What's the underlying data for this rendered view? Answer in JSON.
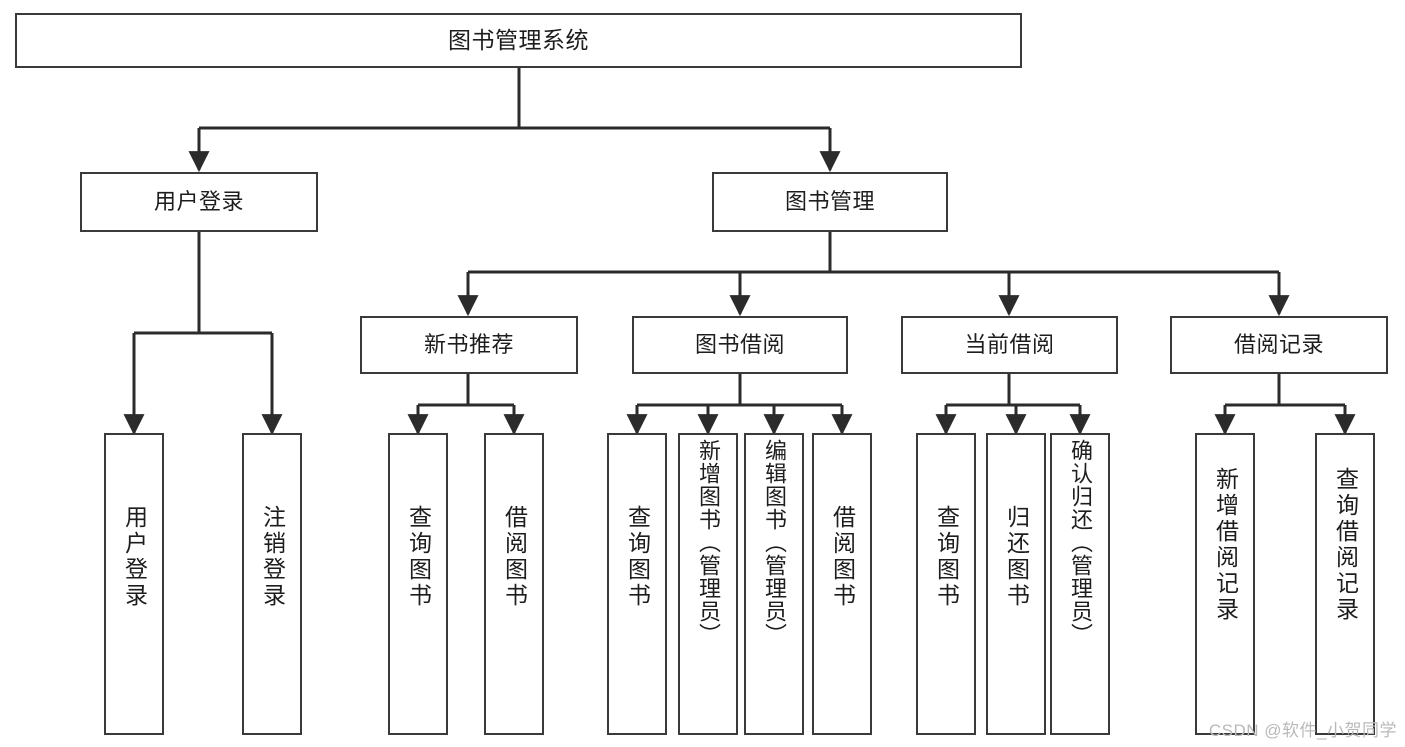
{
  "diagram": {
    "type": "tree-hierarchy",
    "title": "图书管理系统",
    "orientation": "top-down",
    "colors": {
      "background": "#ffffff",
      "box_border": "#3a3a3a",
      "box_fill": "#ffffff",
      "connector": "#2b2b2b",
      "text": "#1d1d1d",
      "watermark": "#b9b9b9"
    },
    "root": {
      "id": "root",
      "label": "图书管理系统"
    },
    "level2": [
      {
        "id": "user-login",
        "label": "用户登录"
      },
      {
        "id": "book-manage",
        "label": "图书管理"
      }
    ],
    "level3": [
      {
        "id": "new-book-recommend",
        "label": "新书推荐",
        "parent": "book-manage"
      },
      {
        "id": "book-borrow",
        "label": "图书借阅",
        "parent": "book-manage"
      },
      {
        "id": "current-borrow",
        "label": "当前借阅",
        "parent": "book-manage"
      },
      {
        "id": "borrow-record",
        "label": "借阅记录",
        "parent": "book-manage"
      }
    ],
    "leaves": [
      {
        "id": "leaf-user-login",
        "label": "用户登录",
        "parent": "user-login"
      },
      {
        "id": "leaf-user-logout",
        "label": "注销登录",
        "parent": "user-login"
      },
      {
        "id": "leaf-query-book-1",
        "label": "查询图书",
        "parent": "new-book-recommend"
      },
      {
        "id": "leaf-borrow-book-1",
        "label": "借阅图书",
        "parent": "new-book-recommend"
      },
      {
        "id": "leaf-query-book-2",
        "label": "查询图书",
        "parent": "book-borrow"
      },
      {
        "id": "leaf-add-book",
        "label": "新增图书（管理员）",
        "parent": "book-borrow"
      },
      {
        "id": "leaf-edit-book",
        "label": "编辑图书（管理员）",
        "parent": "book-borrow"
      },
      {
        "id": "leaf-borrow-book-2",
        "label": "借阅图书",
        "parent": "book-borrow"
      },
      {
        "id": "leaf-query-book-3",
        "label": "查询图书",
        "parent": "current-borrow"
      },
      {
        "id": "leaf-return-book",
        "label": "归还图书",
        "parent": "current-borrow"
      },
      {
        "id": "leaf-confirm-return",
        "label": "确认归还（管理员）",
        "parent": "current-borrow"
      },
      {
        "id": "leaf-add-record",
        "label": "新增借阅记录",
        "parent": "borrow-record"
      },
      {
        "id": "leaf-query-record",
        "label": "查询借阅记录",
        "parent": "borrow-record"
      }
    ]
  },
  "watermark": {
    "text": "CSDN @软件_小贺同学"
  }
}
